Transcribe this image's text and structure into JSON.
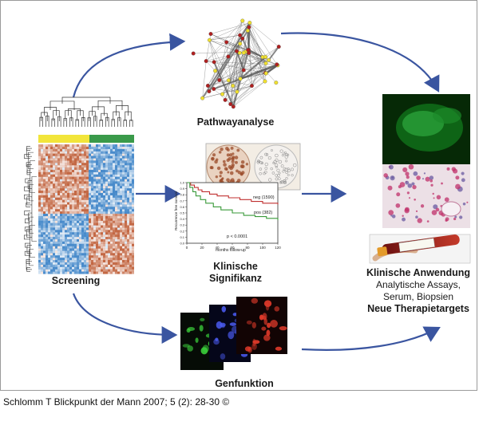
{
  "labels": {
    "pathway": "Pathwayanalyse",
    "screening": "Screening",
    "klinische_line1": "Klinische",
    "klinische_line2": "Signifikanz",
    "genfunktion": "Genfunktion",
    "anwendung_title": "Klinische Anwendung",
    "anwendung_line1": "Analytische Assays,",
    "anwendung_line2": "Serum, Biopsien",
    "anwendung_line3": "Neue Therapietargets"
  },
  "km_plot": {
    "legend_top": "neg (1590)",
    "legend_bottom": "pos (382)",
    "pvalue": "p < 0.0001",
    "xlabel": "months follow-up",
    "ylabel": "Recurrence free survival",
    "xticks": [
      "0",
      "20",
      "40",
      "60",
      "80",
      "100",
      "120"
    ],
    "yticks": [
      "0.0",
      "0.1",
      "0.2",
      "0.3",
      "0.4",
      "0.5",
      "0.6",
      "0.7",
      "0.8",
      "0.9",
      "1.0"
    ]
  },
  "colors": {
    "arrow": "#3a55a0",
    "heat_red": "#c0603a",
    "heat_blue": "#3f85c8",
    "group_yellow": "#f2e53a",
    "group_green": "#3a9a4a",
    "km_red": "#c03030",
    "km_green": "#3a9a3a"
  },
  "citation": "Schlomm T Blickpunkt der Mann 2007; 5 (2): 28-30 ©"
}
